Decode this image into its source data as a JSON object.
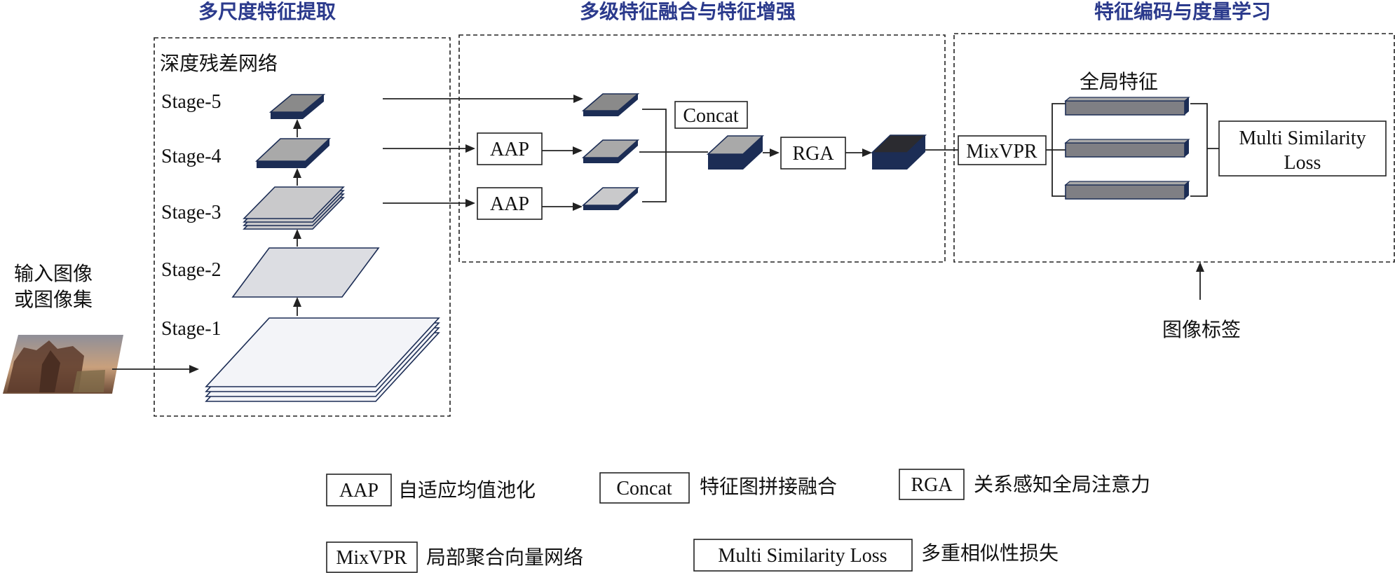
{
  "headings": {
    "extraction": "多尺度特征提取",
    "fusion": "多级特征融合与特征增强",
    "encoding": "特征编码与度量学习"
  },
  "backbone": {
    "title": "深度残差网络",
    "stages": [
      "Stage-5",
      "Stage-4",
      "Stage-3",
      "Stage-2",
      "Stage-1"
    ]
  },
  "input": {
    "label_line1": "输入图像",
    "label_line2": "或图像集"
  },
  "fusion": {
    "aap_top": "AAP",
    "aap_bottom": "AAP",
    "concat": "Concat",
    "rga": "RGA"
  },
  "encoding": {
    "mixvpr": "MixVPR",
    "global_feature": "全局特征",
    "loss_line1": "Multi Similarity",
    "loss_line2": "Loss",
    "image_label": "图像标签"
  },
  "legend": [
    {
      "abbr": "AAP",
      "desc": "自适应均值池化"
    },
    {
      "abbr": "Concat",
      "desc": "特征图拼接融合"
    },
    {
      "abbr": "RGA",
      "desc": "关系感知全局注意力"
    },
    {
      "abbr": "MixVPR",
      "desc": "局部聚合向量网络"
    },
    {
      "abbr": "Multi Similarity Loss",
      "desc": "多重相似性损失"
    }
  ],
  "colors": {
    "heading": "#2b3a8c",
    "navy": "#1c2d55",
    "dark_gray": "#8a8a8a",
    "mid_gray": "#a9a9a9",
    "light_gray": "#c9c9cb",
    "lighter_gray": "#dcdde2",
    "white_layer": "#f3f4f8"
  }
}
